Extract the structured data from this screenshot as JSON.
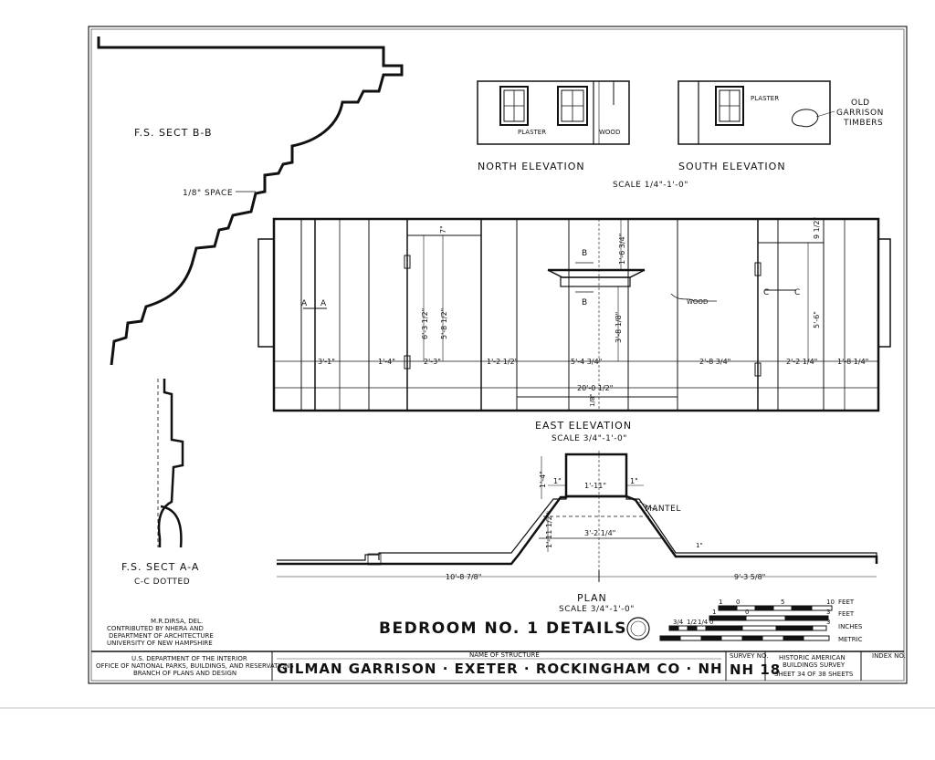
{
  "sections": {
    "fs_sect_bb": "F.S. SECT B-B",
    "space_note": "1/8\" SPACE",
    "fs_sect_aa": "F.S. SECT A-A",
    "cc_dotted": "C-C DOTTED"
  },
  "north": {
    "title": "NORTH ELEVATION",
    "plaster": "PLASTER",
    "wood": "WOOD"
  },
  "south": {
    "title": "SOUTH ELEVATION",
    "plaster": "PLASTER",
    "old": "OLD",
    "garrison": "GARRISON",
    "timbers": "TIMBERS"
  },
  "elev_scale": "SCALE 1/4\"-1'-0\"",
  "east": {
    "title": "EAST ELEVATION",
    "scale": "SCALE 3/4\"-1'-0\"",
    "wood": "WOOD",
    "mark_a": "A",
    "mark_b": "B",
    "mark_c": "C",
    "dims": [
      "3'-1\"",
      "1'-4\"",
      "2'-3\"",
      "1'-2 1/2\"",
      "5'-4 3/4\"",
      "2'-8 3/4\"",
      "2'-2 1/4\"",
      "1'-8 1/4\""
    ],
    "overall": "20'-0 1/2\"",
    "vdims": [
      "6'-3 1/2\"",
      "5'-8 1/2\"",
      "1'-6 3/4\"",
      "3'-8 1/8\"",
      "5'-6\"",
      "9 1/2\"",
      "7\""
    ],
    "small": "1/8\""
  },
  "plan": {
    "title": "PLAN",
    "scale": "SCALE 3/4\"-1'-0\"",
    "mantel": "MANTEL",
    "dims": [
      "1'-4\"",
      "1\"",
      "1'-11\"",
      "1\"",
      "3'-2 1/4\"",
      "1'-11 1/2\"",
      "10'-8 7/8\"",
      "9'-3 5/8\""
    ],
    "tiny": "1\""
  },
  "scale_bar": {
    "feet_top": [
      "1",
      "0",
      "5",
      "10"
    ],
    "feet_label": "FEET",
    "feet2": [
      "1",
      "0",
      "3"
    ],
    "feet2_label": "FEET",
    "inches": [
      "3/4",
      "1/2",
      "1/4",
      "0",
      "3"
    ],
    "inches_label": "INCHES",
    "metric_label": "METRIC"
  },
  "credits": {
    "del": "M.R.DIRSA, DEL.",
    "contributed": "CONTRIBUTED BY NHERA AND",
    "dept": "DEPARTMENT OF ARCHITECTURE",
    "univ": "UNIVERSITY OF NEW HAMPSHIRE"
  },
  "sheet_title": "BEDROOM NO. 1 DETAILS",
  "title_block": {
    "agency1": "U.S. DEPARTMENT OF THE INTERIOR",
    "agency2": "OFFICE OF NATIONAL PARKS, BUILDINGS, AND RESERVATIONS",
    "agency3": "BRANCH OF PLANS AND DESIGN",
    "name_label": "NAME OF STRUCTURE",
    "name": "GILMAN GARRISON · EXETER · ROCKINGHAM CO · NH",
    "survey_label": "SURVEY NO.",
    "survey": "NH 18",
    "habs1": "HISTORIC AMERICAN",
    "habs2": "BUILDINGS SURVEY",
    "sheet": "SHEET 34 OF 38 SHEETS",
    "index_label": "INDEX NO."
  }
}
